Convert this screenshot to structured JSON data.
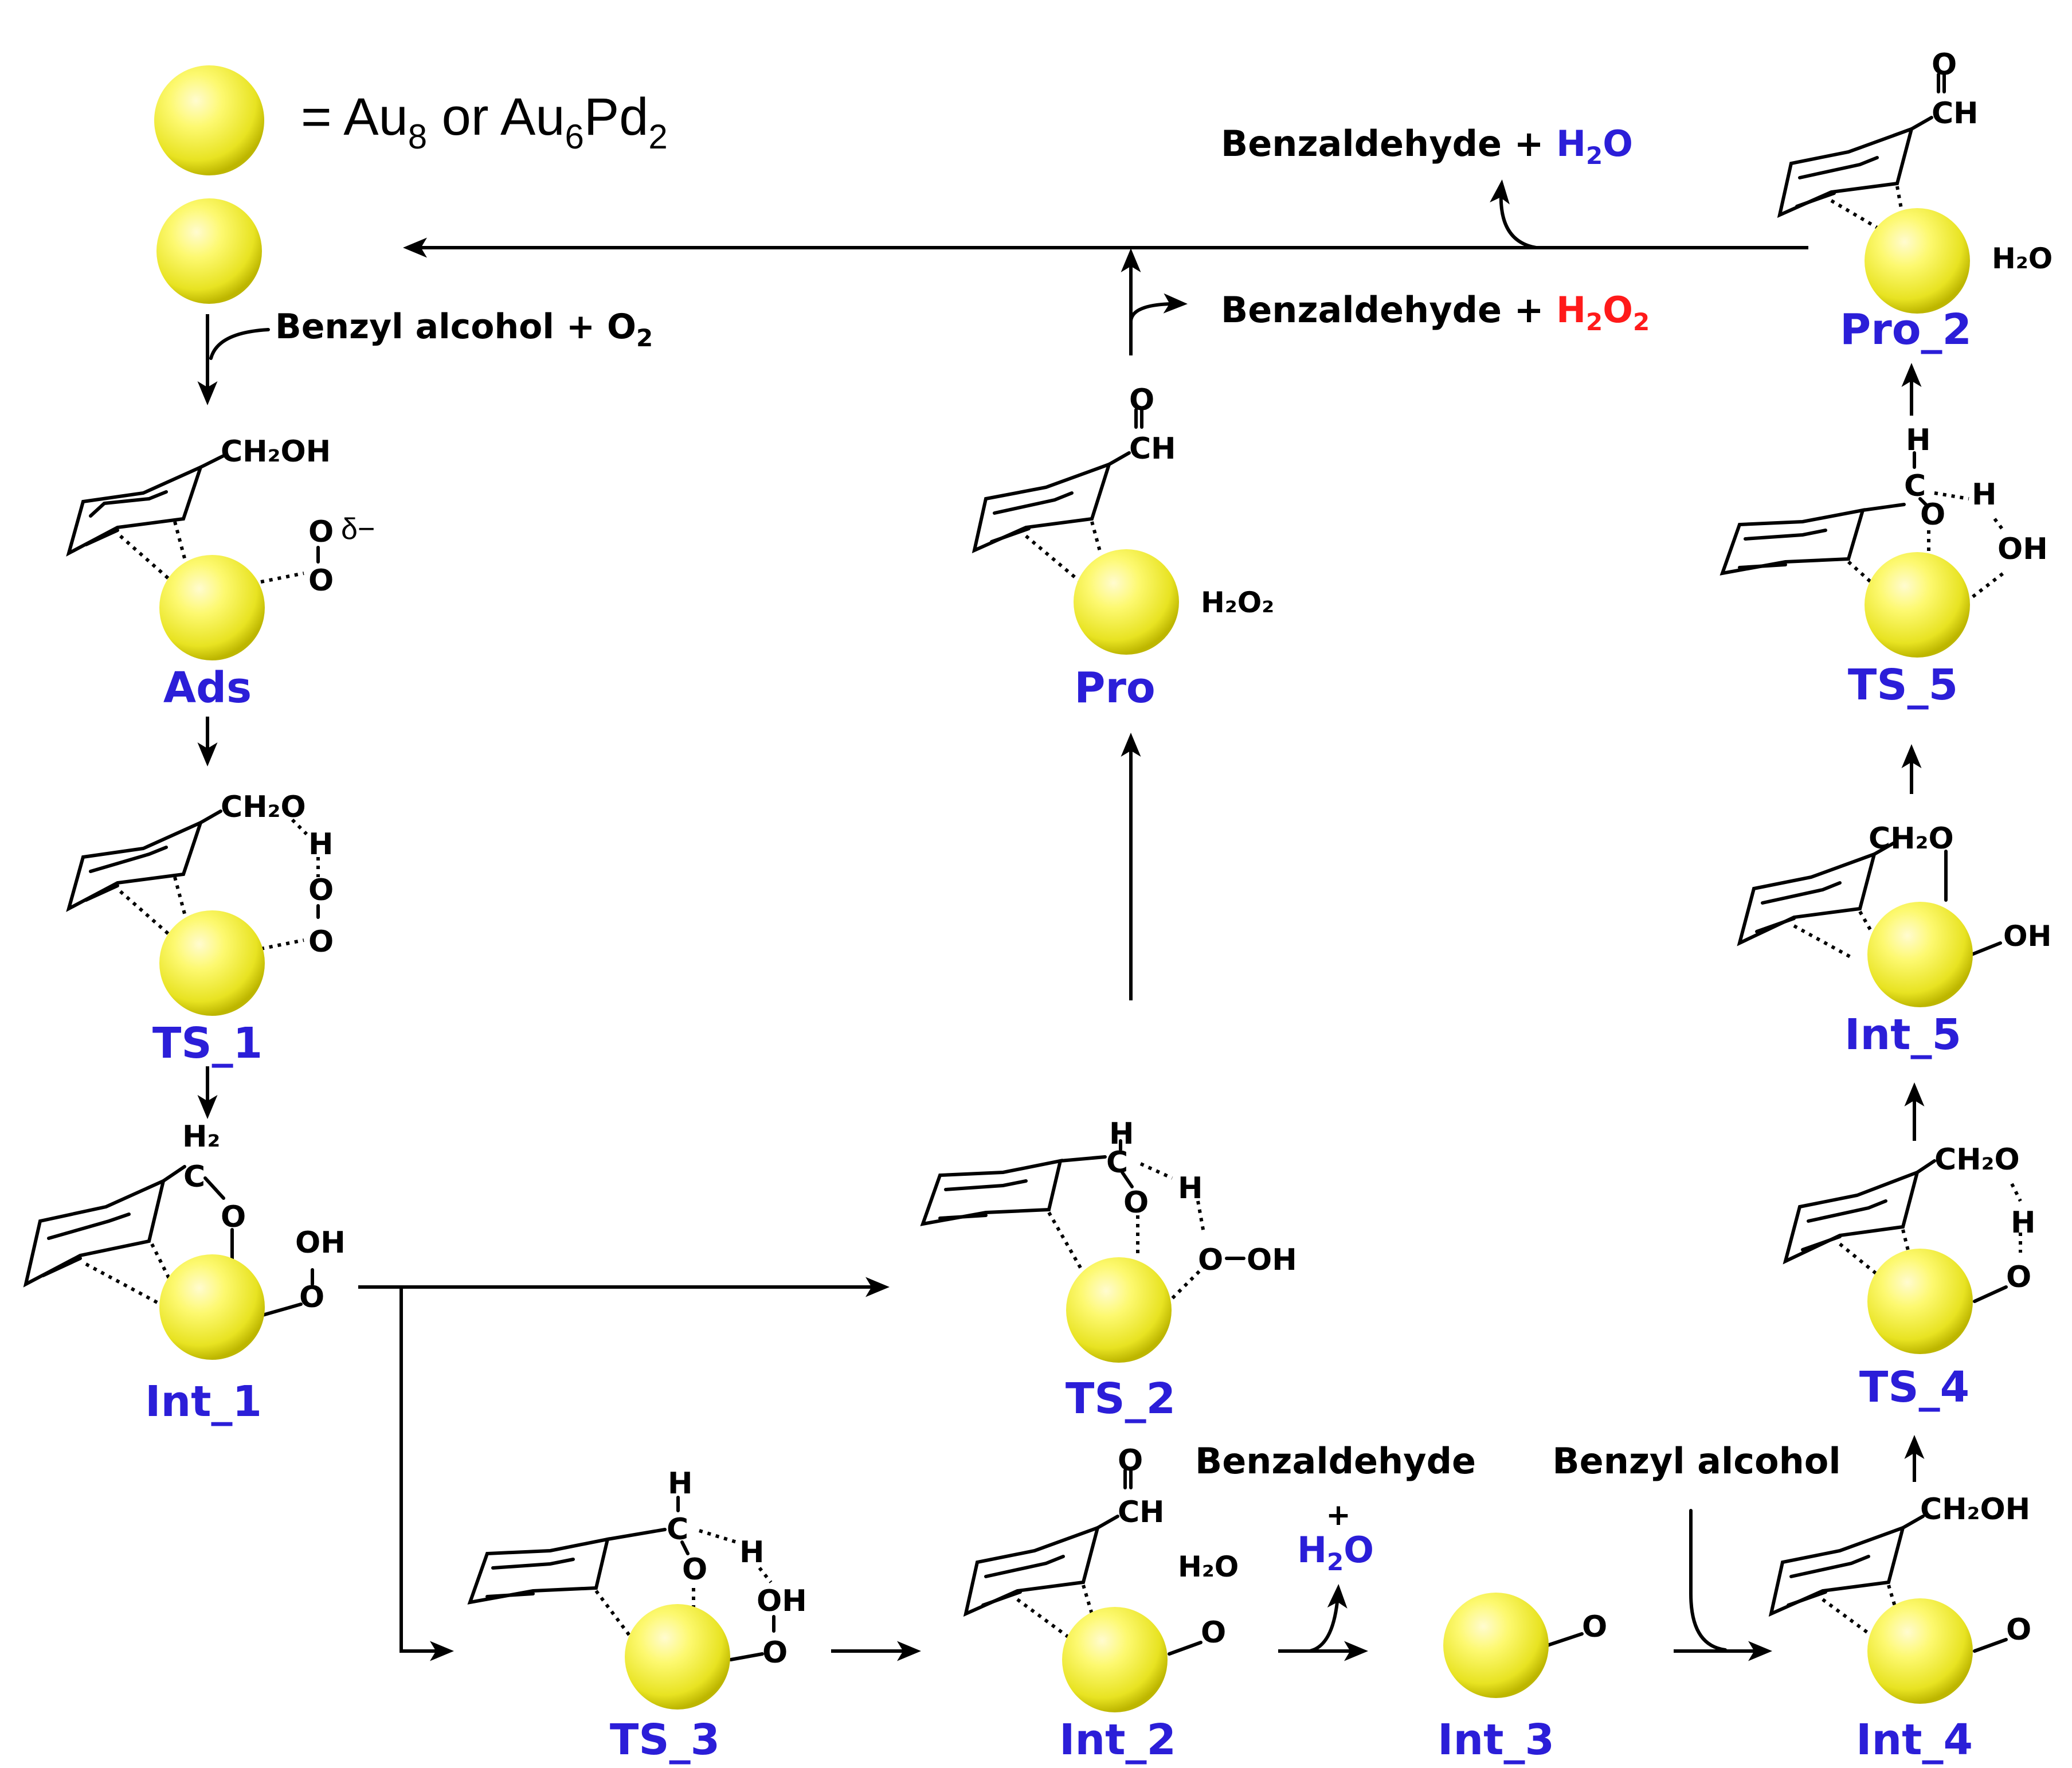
{
  "legend": {
    "eq": "= Au",
    "s1": "8",
    "or": " or Au",
    "s2": "6",
    "pd": "Pd",
    "s3": "2"
  },
  "colors": {
    "cluster_light": "#ffff9a",
    "cluster_mid": "#f2f02a",
    "cluster_dark": "#c9c400",
    "label_blue": "#2b1ed8",
    "h2o2_red": "#ff1a1a"
  },
  "labels": {
    "ads": "Ads",
    "ts1": "TS_1",
    "int1": "Int_1",
    "ts2": "TS_2",
    "ts3": "TS_3",
    "int2": "Int_2",
    "int3": "Int_3",
    "int4": "Int_4",
    "ts4": "TS_4",
    "int5": "Int_5",
    "ts5": "TS_5",
    "pro2": "Pro_2",
    "pro": "Pro"
  },
  "reagents": {
    "benzyl_o2": "Benzyl alcohol + O",
    "benzyl_o2_sub": "2",
    "benzaldehyde_plus": "Benzaldehyde + ",
    "h2o_top_h": "H",
    "h2o_top_sub": "2",
    "h2o_top_o": "O",
    "h2o2_h": "H",
    "h2o2_sub1": "2",
    "h2o2_o": "O",
    "h2o2_sub2": "2",
    "benzaldehyde": "Benzaldehyde",
    "plus": "+",
    "benzyl_alcohol": "Benzyl alcohol"
  },
  "atoms": {
    "ch2oh": "CH₂OH",
    "ch2o": "CH₂O",
    "h2": "H₂",
    "c": "C",
    "o": "O",
    "h": "H",
    "oh": "OH",
    "delta": "δ−",
    "h2o": "H₂O",
    "h2o2": "H₂O₂"
  }
}
